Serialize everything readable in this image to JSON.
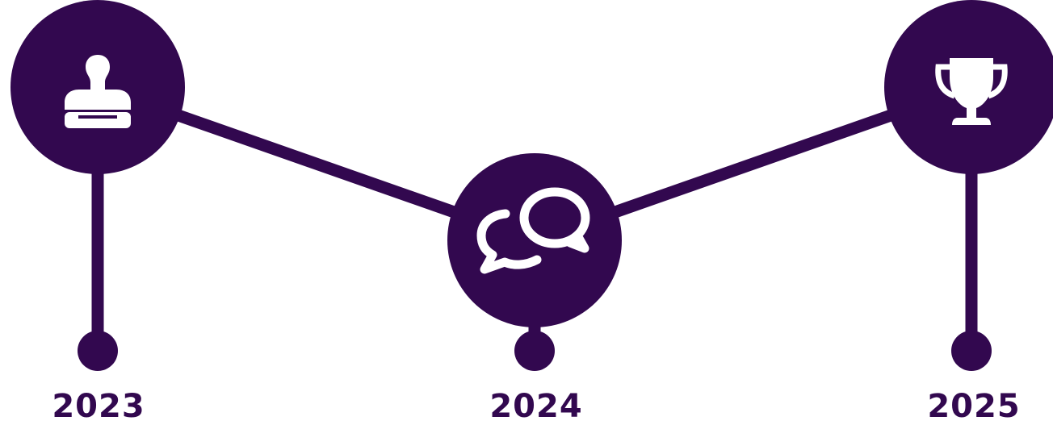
{
  "colors": {
    "primary": "#32084f",
    "icon": "#ffffff",
    "background": "#ffffff"
  },
  "milestones": [
    {
      "year": "2023",
      "icon": "stamp-icon"
    },
    {
      "year": "2024",
      "icon": "chat-bubbles-icon"
    },
    {
      "year": "2025",
      "icon": "trophy-icon"
    }
  ]
}
